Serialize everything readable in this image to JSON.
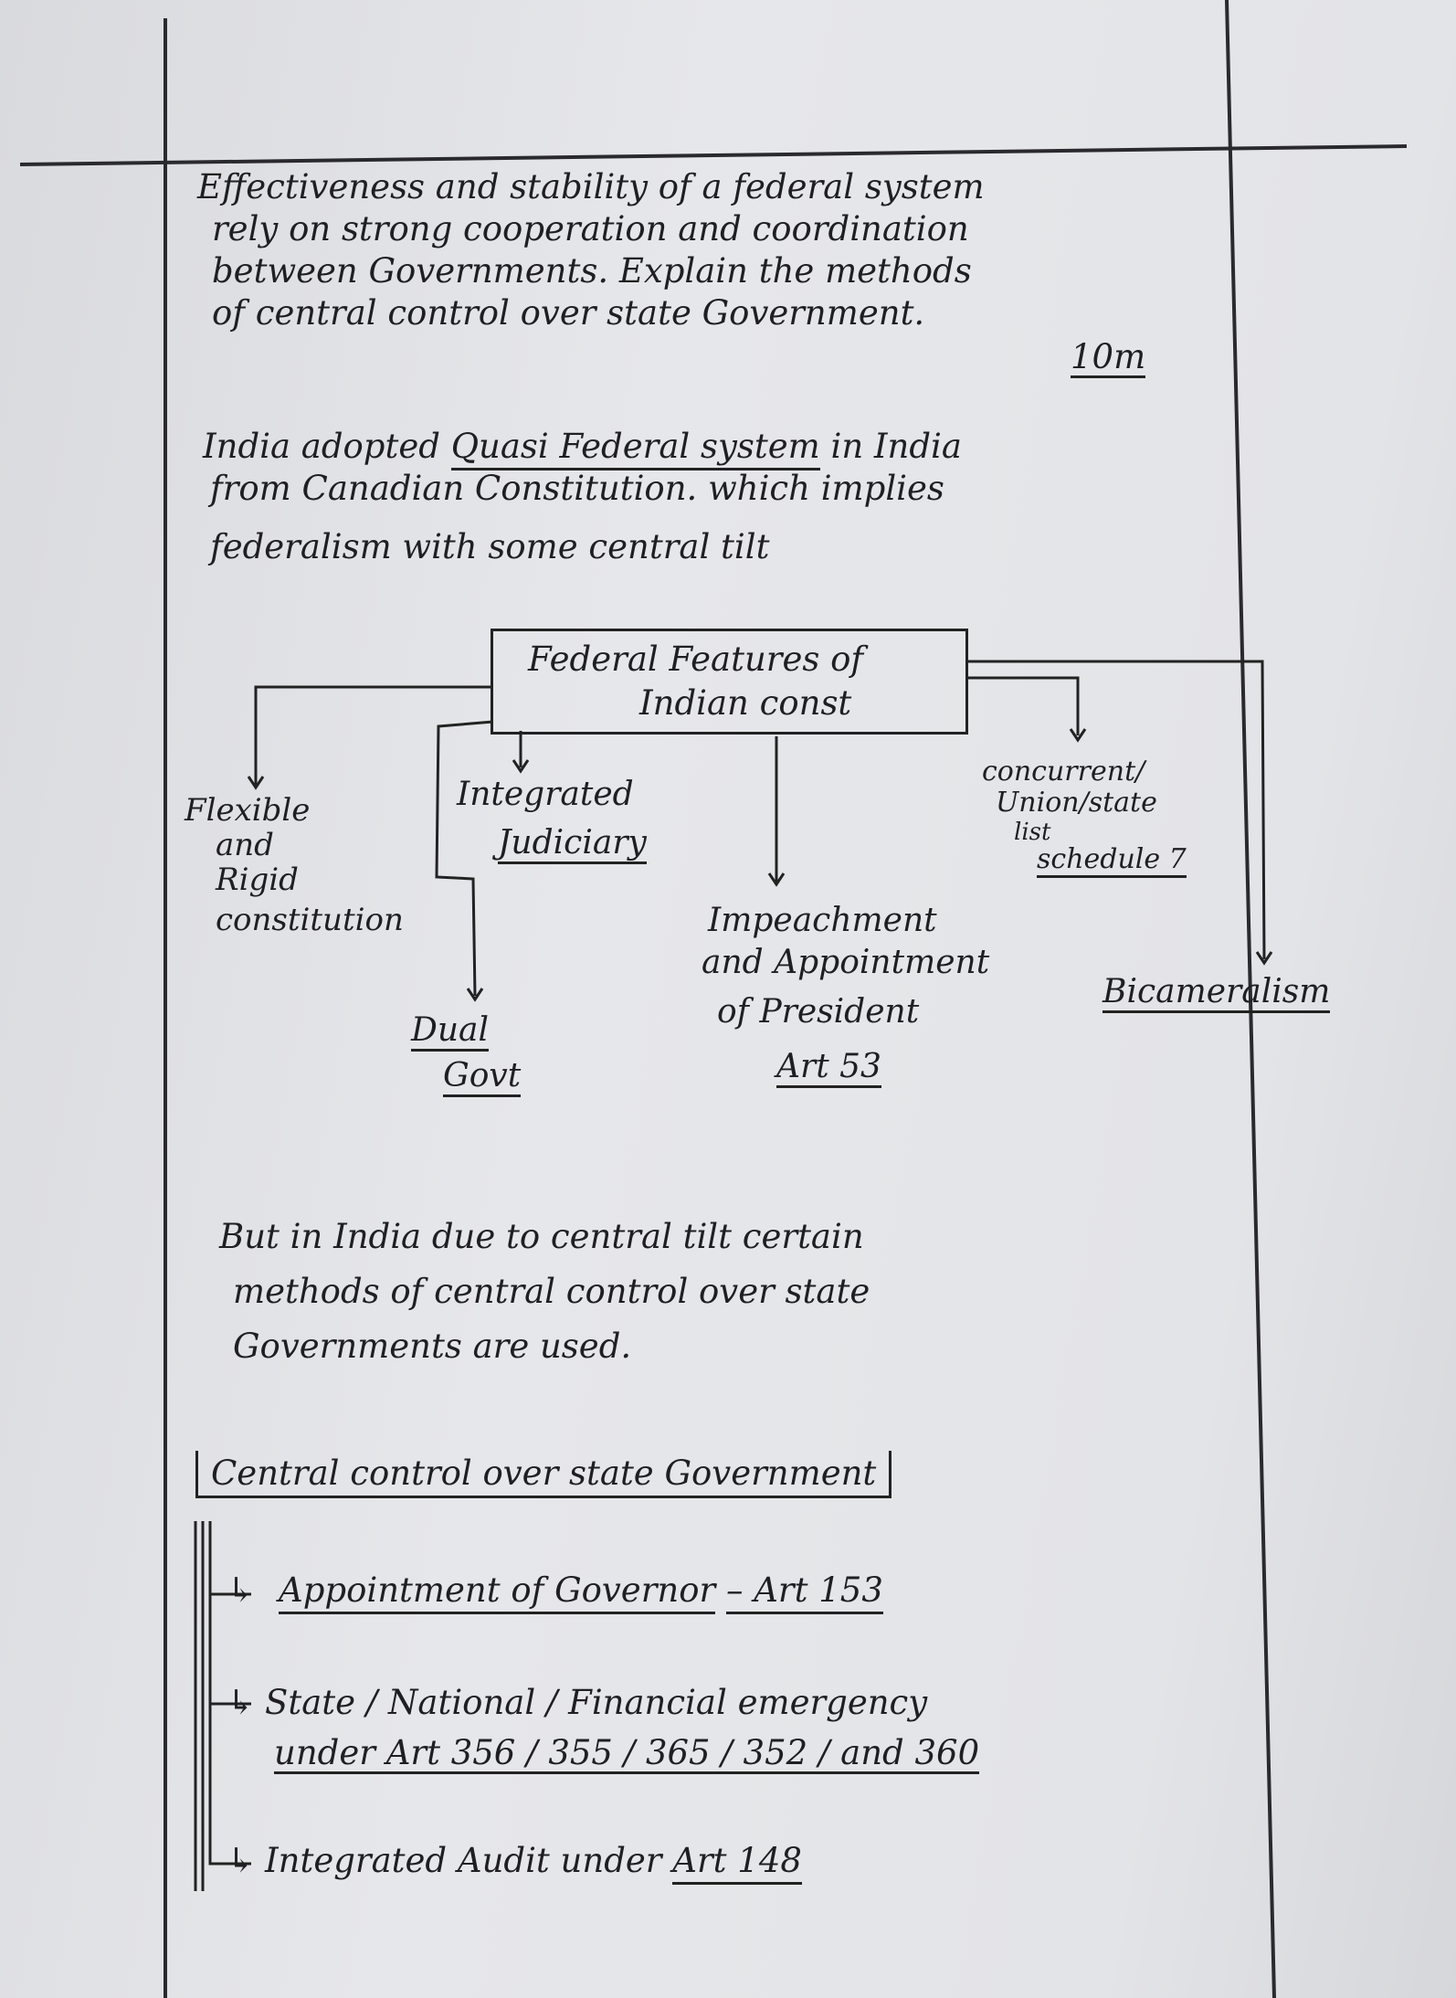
{
  "question": {
    "lines": [
      "Effectiveness and stability of a federal system",
      "rely on strong cooperation and coordination",
      "between Governments. Explain the methods",
      "of central control over state Government."
    ],
    "marks": "10m"
  },
  "intro": {
    "line1_before": "India adopted ",
    "line1_underlined": "Quasi Federal system",
    "line1_after": " in India",
    "line2": "from Canadian Constitution. which implies",
    "line3": "federalism with some central tilt"
  },
  "diagram": {
    "center": [
      "Federal Features of",
      "Indian const"
    ],
    "nodes": {
      "flexible": [
        "Flexible",
        "and",
        "Rigid",
        "constitution"
      ],
      "judiciary": [
        "Integrated",
        "Judiciary"
      ],
      "concurrent": [
        "concurrent/",
        "Union/state",
        "list",
        "schedule 7"
      ],
      "impeachment": [
        "Impeachment",
        "and Appointment",
        "of President",
        "Art 53"
      ],
      "bicameralism": "Bicameralism",
      "dual_govt": [
        "Dual",
        "Govt"
      ]
    }
  },
  "transition": {
    "lines": [
      "But in India due to central tilt certain",
      "methods of central control over state",
      "Governments are used."
    ]
  },
  "control": {
    "heading": "Central control over state Government",
    "items": [
      {
        "label": "Appointment of Governor",
        "ref": "– Art 153"
      },
      {
        "label": "State / National / Financial emergency",
        "ref": "under Art 356 / 355 / 365 / 352 / and 360"
      },
      {
        "label": "Integrated Audit under",
        "ref": "Art 148"
      }
    ]
  }
}
